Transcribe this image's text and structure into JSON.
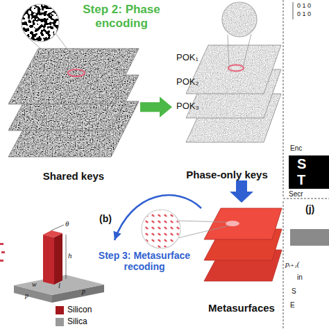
{
  "diagram": {
    "nodes": [
      {
        "text": [
          "Shared keys"
        ]
      },
      {
        "text": [
          "Phase-only keys"
        ]
      },
      {
        "text": [
          "Metasurfaces"
        ]
      },
      {
        "text": [
          "(b)"
        ]
      }
    ],
    "edges": [
      {
        "from": 0,
        "to": 1,
        "arrow": "to",
        "label": "Step 2: Phase encoding"
      },
      {
        "from": 1,
        "to": 2,
        "arrow": "to",
        "label": "Step 3: Metasurface recoding"
      },
      {
        "from": 2,
        "to": 3,
        "arrow": "to"
      }
    ],
    "labels": [
      "POK₁",
      "POK₂",
      "POK₃",
      "θ",
      "h",
      "w",
      "l",
      "p",
      "p",
      "0 1 0",
      "0 1 0",
      "Enc",
      "S",
      "T",
      "Secr",
      "(j)",
      "pᵢ₊₁(",
      "in",
      "S",
      "E"
    ],
    "legend": [
      {
        "text": "Silicon",
        "color": "#a3171c"
      },
      {
        "text": "Silica",
        "color": "#999999"
      }
    ]
  }
}
